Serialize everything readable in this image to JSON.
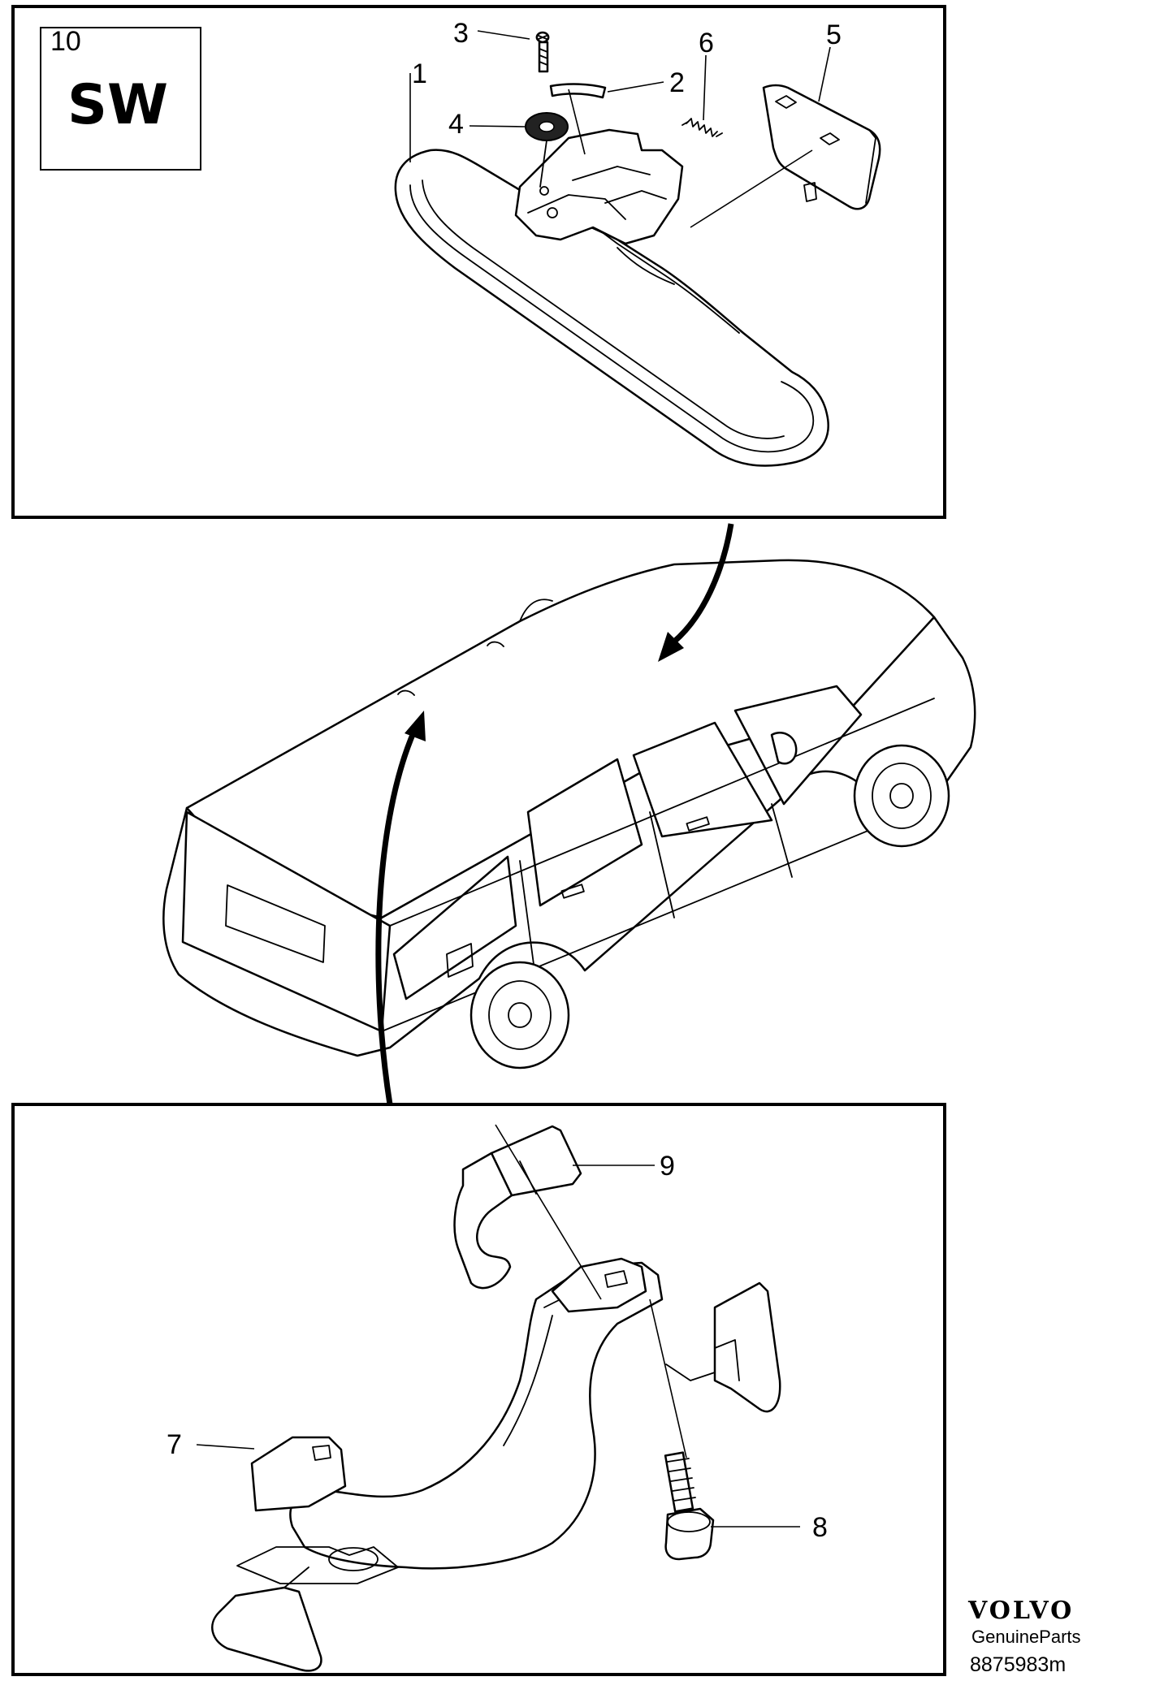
{
  "badge": {
    "number": "10",
    "code": "SW"
  },
  "callouts": {
    "c1": "1",
    "c2": "2",
    "c3": "3",
    "c4": "4",
    "c5": "5",
    "c6": "6",
    "c7": "7",
    "c8": "8",
    "c9": "9"
  },
  "brand": {
    "name": "VOLVO",
    "tagline": "GenuineParts",
    "diagram_code": "8875983m"
  }
}
